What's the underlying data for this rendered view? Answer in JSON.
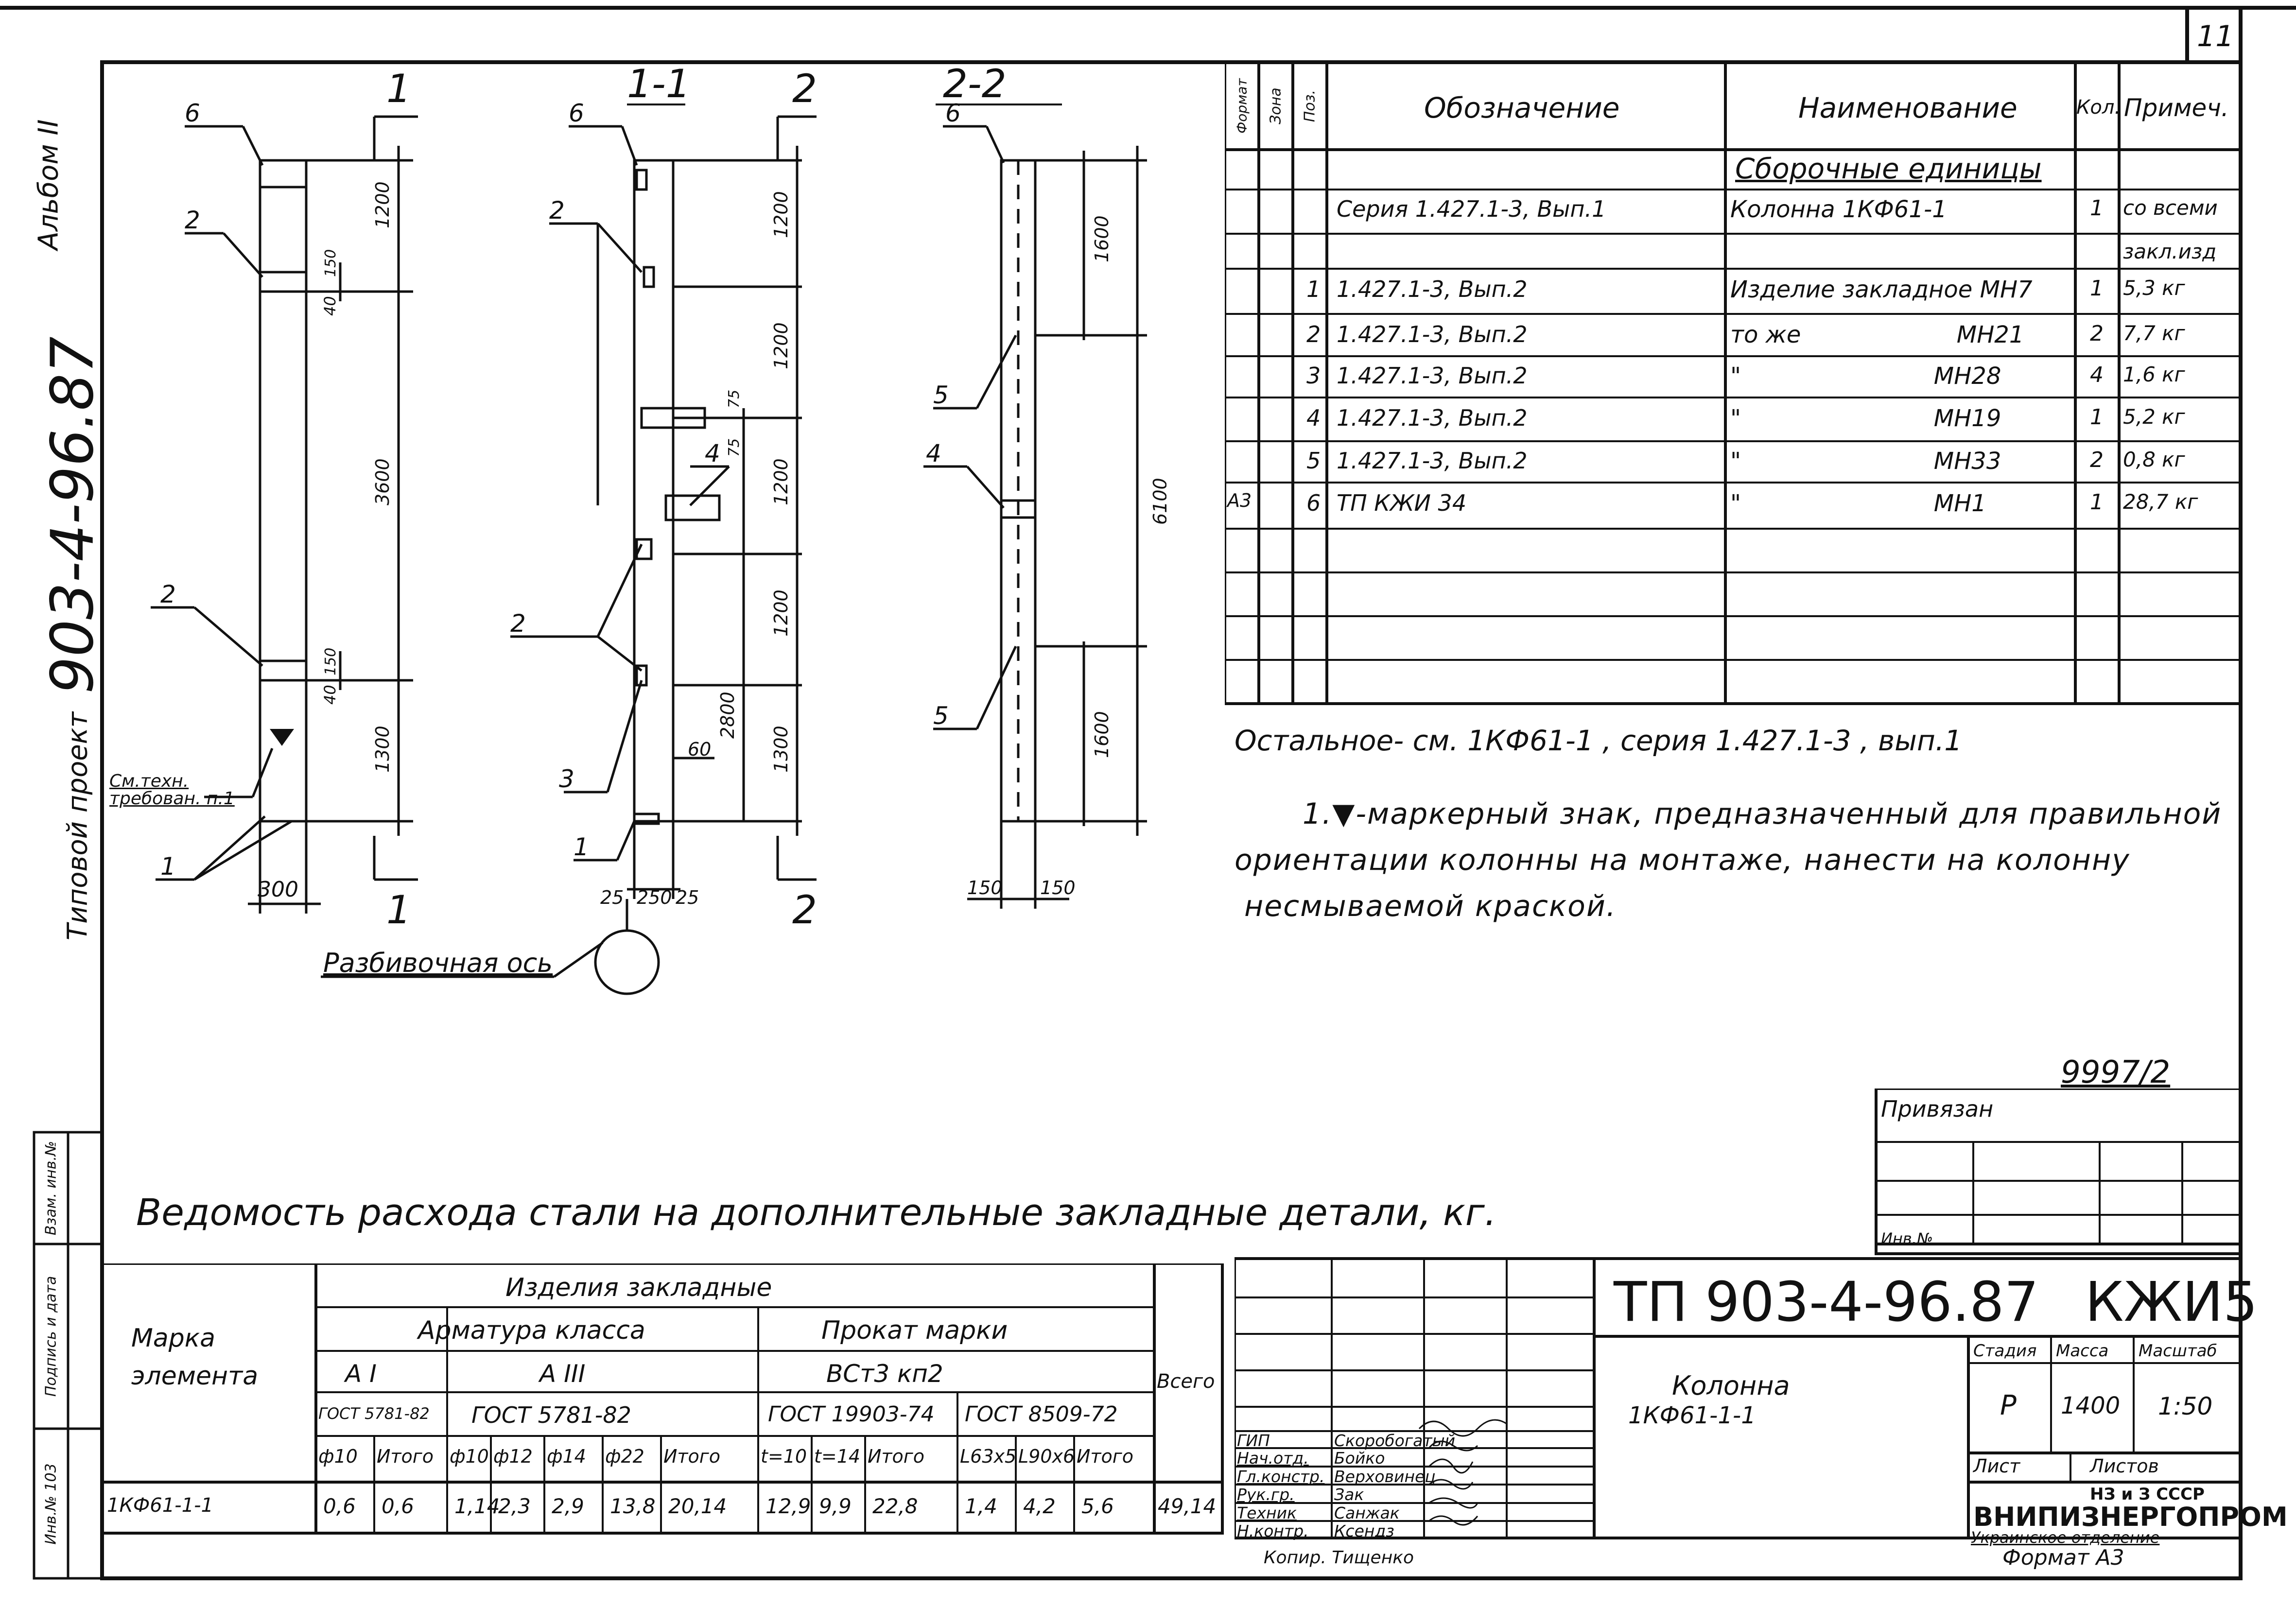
{
  "sheet_number": "11",
  "side_margin": {
    "album": "Альбом II",
    "project_code": "903-4-96.87",
    "project_type": "Типовой проект"
  },
  "left_stamp": [
    "Инв.№ 103",
    "Подпись и дата",
    "Взам. инв.№"
  ],
  "drawings": {
    "section_1_1": "1-1",
    "section_2_2": "2-2",
    "cut_mark_1": "1",
    "cut_mark_2": "2",
    "note_techreq": "См.техн.\nтребован. п.1",
    "axis_label": "Разбивочная ось",
    "elevation_dims": [
      "1200",
      "3600",
      "1300",
      "40",
      "40",
      "150",
      "150",
      "300"
    ],
    "section1_dims": [
      "1200",
      "1200",
      "1200",
      "1200",
      "1300",
      "2800",
      "60",
      "25",
      "250",
      "25",
      "75",
      "75"
    ],
    "section2_dims": [
      "1600",
      "6100",
      "1600",
      "150",
      "150"
    ],
    "leaders": [
      "1",
      "2",
      "3",
      "4",
      "5",
      "6"
    ]
  },
  "spec_table": {
    "headers": [
      "Формат",
      "Зона",
      "Поз.",
      "Обозначение",
      "Наименование",
      "Кол.",
      "Примеч."
    ],
    "section_title": "Сборочные единицы",
    "rows": [
      {
        "format": "",
        "zone": "",
        "pos": "",
        "designation": "Серия 1.427.1-3,   Вып.1",
        "name": "Колонна 1КФ61-1",
        "qty": "1",
        "note": "со всеми"
      },
      {
        "format": "",
        "zone": "",
        "pos": "",
        "designation": "",
        "name": "",
        "qty": "",
        "note": "закл.изд"
      },
      {
        "format": "",
        "zone": "",
        "pos": "1",
        "designation": "1.427.1-3,   Вып.2",
        "name": "Изделие закладное МН7",
        "qty": "1",
        "note": "5,3 кг"
      },
      {
        "format": "",
        "zone": "",
        "pos": "2",
        "designation": "1.427.1-3,   Вып.2",
        "name": "то же                     МН21",
        "qty": "2",
        "note": "7,7 кг"
      },
      {
        "format": "",
        "zone": "",
        "pos": "3",
        "designation": "1.427.1-3,   Вып.2",
        "name": "\"                          МН28",
        "qty": "4",
        "note": "1,6 кг"
      },
      {
        "format": "",
        "zone": "",
        "pos": "4",
        "designation": "1.427.1-3,   Вып.2",
        "name": "\"                          МН19",
        "qty": "1",
        "note": "5,2 кг"
      },
      {
        "format": "",
        "zone": "",
        "pos": "5",
        "designation": "1.427.1-3,   Вып.2",
        "name": "\"                          МН33",
        "qty": "2",
        "note": "0,8 кг"
      },
      {
        "format": "А3",
        "zone": "",
        "pos": "6",
        "designation": "ТП                  КЖИ 34",
        "name": "\"                          МН1",
        "qty": "1",
        "note": "28,7 кг"
      }
    ]
  },
  "notes": {
    "other": "Остальное- см. 1КФ61-1 , серия 1.427.1-3 , вып.1",
    "note1_line1": "1.▼-маркерный знак, предназначенный для правильной",
    "note1_line2": "ориентации колонны на монтаже, нанести на колонну",
    "note1_line3": "несмываемой краской."
  },
  "steel_title": "Ведомость расхода стали на дополнительные закладные детали, кг.",
  "steel_table": {
    "col_mark": "Марка элемента",
    "group": "Изделия закладные",
    "armatura": "Арматура класса",
    "prokat": "Прокат марки",
    "total": "Всего",
    "class_a1": "А I",
    "class_a3": "А III",
    "prokat_grade": "ВСт3 кп2",
    "gosts": [
      "ГОСТ 5781-82",
      "ГОСТ 5781-82",
      "ГОСТ 19903-74",
      "ГОСТ 8509-72"
    ],
    "cols": [
      "ф10",
      "Итого",
      "ф10",
      "ф12",
      "ф14",
      "ф22",
      "Итого",
      "t=10",
      "t=14",
      "Итого",
      "L63х5",
      "L90х6",
      "Итого"
    ],
    "row": {
      "mark": "1КФ61-1-1",
      "values": [
        "0,6",
        "0,6",
        "1,14",
        "2,3",
        "2,9",
        "13,8",
        "20,14",
        "12,9",
        "9,9",
        "22,8",
        "1,4",
        "4,2",
        "5,6"
      ],
      "total": "49,14"
    }
  },
  "title_block": {
    "inv_number": "9997/2",
    "privyazan": "Привязан",
    "inv_label": "Инв.№",
    "doc_code": "ТП 903-4-96.87",
    "sheet_code": "КЖИ5",
    "object_line1": "Колонна",
    "object_line2": "1КФ61-1-1",
    "stage_label": "Стадия",
    "mass_label": "Масса",
    "scale_label": "Масштаб",
    "stage": "Р",
    "mass": "1400",
    "scale": "1:50",
    "sheet_label": "Лист",
    "sheets_label": "Листов",
    "org_line1": "НЗ и З СССР",
    "org_line2": "ВНИПИЗНЕРГОПРОМ",
    "org_line3": "Украинское отделение",
    "signers": [
      {
        "role": "ГИП",
        "name": "Скоробогатый"
      },
      {
        "role": "Нач.отд.",
        "name": "Бойко"
      },
      {
        "role": "Гл.констр.",
        "name": "Верховинец"
      },
      {
        "role": "Рук.гр.",
        "name": "Зак"
      },
      {
        "role": "Техник",
        "name": "Санжак"
      },
      {
        "role": "Н.контр.",
        "name": "Ксендз"
      }
    ],
    "copied": "Копир. Тищенко",
    "format": "Формат А3"
  }
}
